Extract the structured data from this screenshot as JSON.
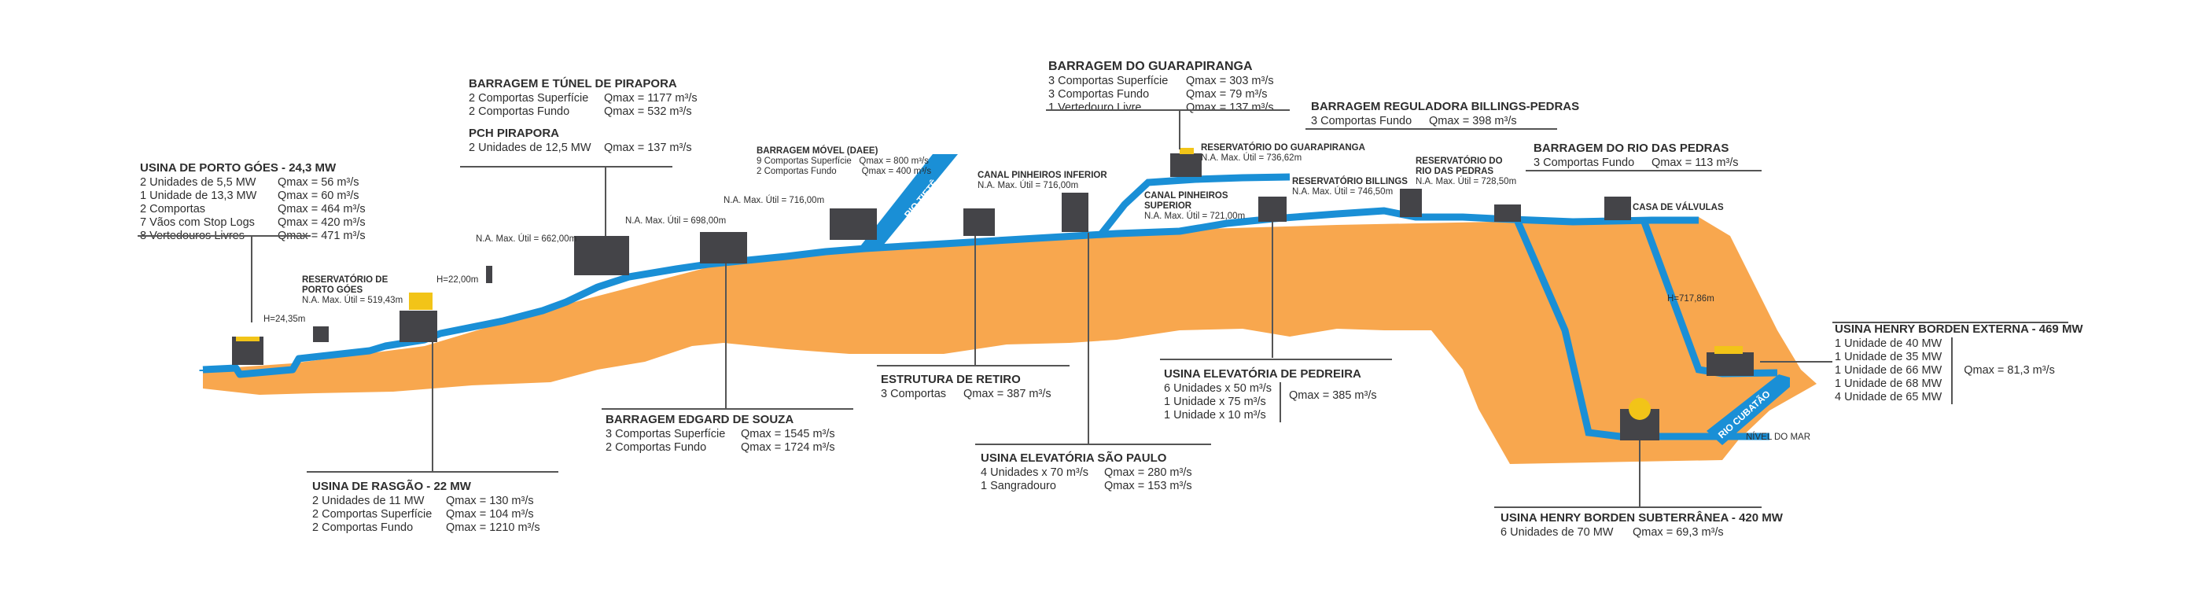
{
  "colors": {
    "terrain": "#f8a74e",
    "water": "#1a8fd6",
    "structure": "#444448",
    "accent": "#f2c418",
    "text": "#2e2e2e"
  },
  "usina_porto_goes": {
    "title": "USINA DE PORTO GÓES - 24,3 MW",
    "rows": [
      [
        "2 Unidades de 5,5 MW",
        "Qmax = 56 m³/s"
      ],
      [
        "1 Unidade de 13,3 MW",
        "Qmax = 60 m³/s"
      ],
      [
        "2 Comportas",
        "Qmax = 464 m³/s"
      ],
      [
        "7 Vãos com Stop Logs",
        "Qmax = 420 m³/s"
      ],
      [
        "8 Vertedouros Livres",
        "Qmax = 471 m³/s"
      ]
    ]
  },
  "barragem_pirapora": {
    "title": "BARRAGEM E TÚNEL DE PIRAPORA",
    "rows": [
      [
        "2 Comportas Superfície",
        "Qmax = 1177 m³/s"
      ],
      [
        "2 Comportas Fundo",
        "Qmax = 532 m³/s"
      ]
    ]
  },
  "pch_pirapora": {
    "title": "PCH PIRAPORA",
    "rows": [
      [
        "2 Unidades de 12,5 MW",
        "Qmax = 137 m³/s"
      ]
    ]
  },
  "barragem_guarapiranga": {
    "title": "BARRAGEM DO GUARAPIRANGA",
    "rows": [
      [
        "3 Comportas Superfície",
        "Qmax = 303 m³/s"
      ],
      [
        "3 Comportas Fundo",
        "Qmax = 79 m³/s"
      ],
      [
        "1 Vertedouro Livre",
        "Qmax = 137 m³/s"
      ]
    ]
  },
  "barragem_billings_pedras": {
    "title": "BARRAGEM REGULADORA BILLINGS-PEDRAS",
    "rows": [
      [
        "3 Comportas Fundo",
        "Qmax = 398 m³/s"
      ]
    ]
  },
  "barragem_rio_pedras": {
    "title": "BARRAGEM DO RIO DAS PEDRAS",
    "rows": [
      [
        "3 Comportas Fundo",
        "Qmax = 113 m³/s"
      ]
    ]
  },
  "usina_henry_borden_externa": {
    "title": "USINA HENRY BORDEN EXTERNA - 469 MW",
    "rows": [
      "1 Unidade de 40 MW",
      "1 Unidade de 35 MW",
      "1 Unidade de 66 MW",
      "1 Unidade de 68 MW",
      "4 Unidade de 65 MW"
    ],
    "qmax": "Qmax = 81,3 m³/s"
  },
  "usina_rasgao": {
    "title": "USINA DE RASGÃO - 22 MW",
    "rows": [
      [
        "2 Unidades de 11 MW",
        "Qmax = 130 m³/s"
      ],
      [
        "2 Comportas Superfície",
        "Qmax = 104 m³/s"
      ],
      [
        "2 Comportas Fundo",
        "Qmax = 1210 m³/s"
      ]
    ]
  },
  "barragem_edgard_souza": {
    "title": "BARRAGEM EDGARD DE SOUZA",
    "rows": [
      [
        "3 Comportas Superfície",
        "Qmax = 1545 m³/s"
      ],
      [
        "2 Comportas Fundo",
        "Qmax = 1724 m³/s"
      ]
    ]
  },
  "estrutura_retiro": {
    "title": "ESTRUTURA DE RETIRO",
    "rows": [
      [
        "3 Comportas",
        "Qmax = 387 m³/s"
      ]
    ]
  },
  "usina_elevatoria_sao_paulo": {
    "title": "USINA ELEVATÓRIA SÃO PAULO",
    "rows": [
      [
        "4 Unidades x 70 m³/s",
        "Qmax = 280 m³/s"
      ],
      [
        "1 Sangradouro",
        "Qmax = 153 m³/s"
      ]
    ]
  },
  "usina_elevatoria_pedreira": {
    "title": "USINA ELEVATÓRIA DE PEDREIRA",
    "rows": [
      "6 Unidades x 50 m³/s",
      "1 Unidade x 75 m³/s",
      "1 Unidade x 10 m³/s"
    ],
    "qmax": "Qmax = 385 m³/s"
  },
  "usina_henry_borden_subterranea": {
    "title": "USINA HENRY BORDEN SUBTERRÂNEA - 420 MW",
    "rows": [
      [
        "6 Unidades de 70 MW",
        "Qmax = 69,3 m³/s"
      ]
    ]
  },
  "labels": {
    "h_porto_goes": "H=24,35m",
    "res_porto_goes_1": "RESERVATÓRIO DE",
    "res_porto_goes_2": "PORTO GÓES",
    "res_porto_goes_na": "N.A. Max. Útil = 519,43m",
    "h_rasgao": "H=22,00m",
    "na_pirapora": "N.A. Max. Útil = 662,00m",
    "na_edgard": "N.A. Max. Útil = 698,00m",
    "na_movel": "N.A. Max. Útil = 716,00m",
    "movel_title": "BARRAGEM MÓVEL (DAEE)",
    "movel_r1a": "9 Comportas Superfície",
    "movel_r1b": "Qmax = 800 m³/s",
    "movel_r2a": "2 Comportas Fundo",
    "movel_r2b": "Qmax = 400 m³/s",
    "canal_inf": "CANAL PINHEIROS INFERIOR",
    "canal_inf_na": "N.A. Max. Útil = 716,00m",
    "canal_sup_1": "CANAL PINHEIROS",
    "canal_sup_2": "SUPERIOR",
    "canal_sup_na": "N.A. Max. Útil = 721,00m",
    "res_guarapiranga": "RESERVATÓRIO DO GUARAPIRANGA",
    "res_guarapiranga_na": "N.A. Max. Útil = 736,62m",
    "res_billings": "RESERVATÓRIO BILLINGS",
    "res_billings_na": "N.A. Max. Útil = 746,50m",
    "res_pedras_1": "RESERVATÓRIO DO",
    "res_pedras_2": "RIO DAS PEDRAS",
    "res_pedras_na": "N.A. Max. Útil = 728,50m",
    "casa_valvulas": "CASA DE VÁLVULAS",
    "h_borden": "H=717,86m",
    "nivel_mar": "NÍVEL DO MAR",
    "rio_tiete_1": "RIO TIETÊ",
    "rio_tiete_2": "RIO TIETÊ",
    "rio_cubatao": "RIO CUBATÃO"
  }
}
